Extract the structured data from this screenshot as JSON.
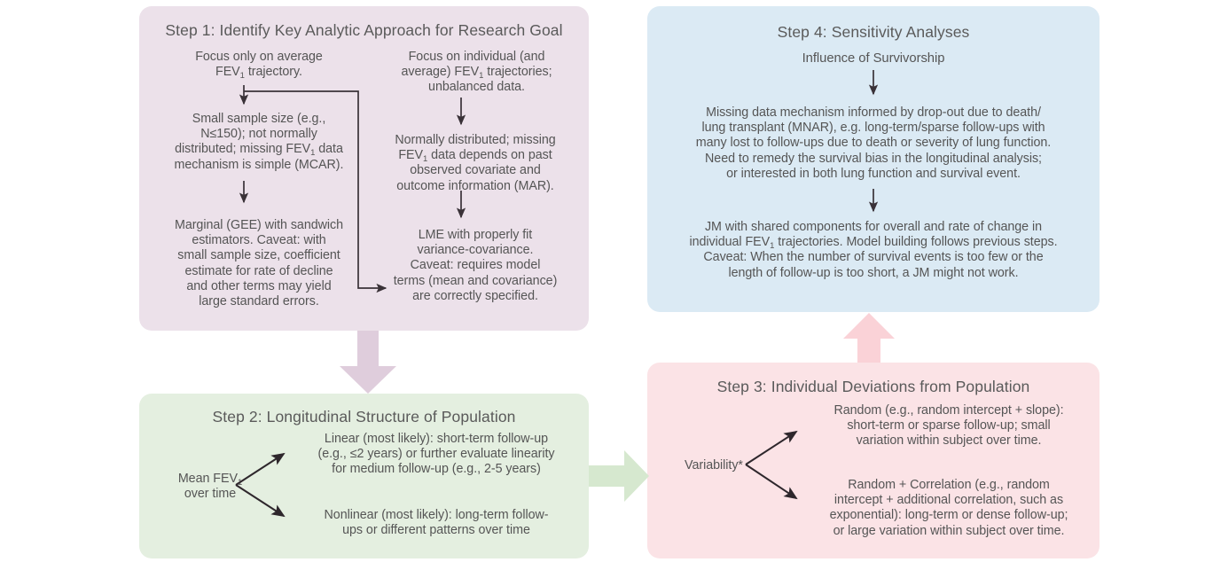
{
  "figure": {
    "type": "flowchart",
    "title": "Four-step analytic approach flowchart for longitudinal FEV1 analysis",
    "background": "#ffffff"
  },
  "colors": {
    "step1_bg": "#ece1ea",
    "step2_bg": "#e4efe0",
    "step3_bg": "#fbe3e6",
    "step4_bg": "#dbeaf4",
    "arrow_1_2": "#dfcddc",
    "arrow_2_3": "#d6e8cf",
    "arrow_3_4": "#fad2d7",
    "thin_arrow": "#3a3238",
    "text": "#555555",
    "title_text": "#5a5a5a"
  },
  "step1": {
    "title": "Step 1: Identify Key Analytic Approach for Research Goal",
    "left_branch": {
      "node1": "Focus only on average FEV₁ trajectory.",
      "node1_lines": [
        "Focus only on average",
        "FEV₁ trajectory."
      ],
      "node2": "Small sample size (e.g., N≤150); not normally distributed; missing FEV₁ data mechanism is simple (MCAR).",
      "node2_lines": [
        "Small sample size (e.g.,",
        "N≤150); not normally",
        "distributed; missing FEV₁ data",
        "mechanism is simple (MCAR)."
      ],
      "node3": "Marginal (GEE) with sandwich estimators. Caveat: with small sample size, coefficient estimate for rate of decline and other terms may yield large standard errors.",
      "node3_lines": [
        "Marginal (GEE) with sandwich",
        "estimators. Caveat: with",
        "small sample size, coefficient",
        "estimate for rate of decline",
        "and other terms may yield",
        "large standard errors."
      ]
    },
    "right_branch": {
      "node1": "Focus on individual (and average) FEV₁ trajectories; unbalanced data.",
      "node1_lines": [
        "Focus on individual (and",
        "average) FEV₁ trajectories;",
        "unbalanced data."
      ],
      "node2": "Normally distributed; missing FEV₁ data depends on past observed covariate and outcome information (MAR).",
      "node2_lines": [
        "Normally distributed; missing",
        "FEV₁ data depends on past",
        "observed covariate and",
        "outcome information (MAR)."
      ],
      "node3": "LME with properly fit variance-covariance. Caveat: requires model terms (mean and covariance) are correctly specified.",
      "node3_lines": [
        "LME with properly fit",
        "variance-covariance.",
        "Caveat: requires model",
        "terms (mean and covariance)",
        "are correctly specified."
      ]
    }
  },
  "step2": {
    "title": "Step 2: Longitudinal Structure of Population",
    "source": "Mean FEV₁ over time",
    "source_lines": [
      "Mean FEV₁",
      "over time"
    ],
    "branches": [
      {
        "label": "Linear (most likely): short-term follow-up (e.g., ≤2 years) or further evaluate linearity for medium follow-up (e.g., 2-5 years)",
        "lines": [
          "Linear (most likely): short-term follow-up",
          "(e.g., ≤2 years) or further evaluate linearity",
          "for medium follow-up (e.g., 2-5 years)"
        ]
      },
      {
        "label": "Nonlinear (most likely): long-term follow-ups or different patterns over time",
        "lines": [
          "Nonlinear (most likely): long-term follow-",
          "ups or different patterns over time"
        ]
      }
    ]
  },
  "step3": {
    "title": "Step 3: Individual Deviations from Population",
    "source": "Variability*",
    "branches": [
      {
        "label": "Random (e.g., random intercept + slope): short-term or sparse follow-up; small variation within subject over time.",
        "lines": [
          "Random (e.g., random intercept + slope):",
          "short-term or sparse follow-up; small",
          "variation within subject over time."
        ]
      },
      {
        "label": "Random + Correlation (e.g., random intercept + additional correlation, such as exponential): long-term or dense follow-up; or large variation within subject over time.",
        "lines": [
          "Random + Correlation (e.g., random",
          "intercept + additional correlation, such as",
          "exponential): long-term or dense follow-up;",
          "or large variation within subject over time."
        ]
      }
    ]
  },
  "step4": {
    "title": "Step 4: Sensitivity Analyses",
    "subtitle": "Influence of Survivorship",
    "node1": "Missing data mechanism informed by drop-out due to death/lung transplant (MNAR), e.g. long-term/sparse follow-ups with many lost to follow-ups due to death or severity of lung function. Need to remedy the survival bias in the longitudinal analysis; or interested in both lung function and survival event.",
    "node1_lines": [
      "Missing data mechanism informed by drop-out due to death/",
      "lung transplant (MNAR), e.g. long-term/sparse follow-ups with",
      "many lost to follow-ups due to death or severity of lung function.",
      "Need to remedy the survival bias in the longitudinal analysis;",
      "or interested in both lung function and survival event."
    ],
    "node2": "JM with shared components for overall and rate of change in individual FEV₁ trajectories. Model building follows previous steps. Caveat: When the number of survival events is too few or the length of follow-up is too short, a JM might not work.",
    "node2_lines": [
      "JM with shared components for overall and rate of change in",
      "individual FEV₁ trajectories. Model building follows previous steps.",
      "Caveat: When the number of survival events is too few or the",
      "length of follow-up is too short, a JM might not work."
    ]
  },
  "connectors": {
    "step1_to_step2": "down-block-arrow",
    "step2_to_step3": "right-block-arrow",
    "step3_to_step4": "up-block-arrow"
  }
}
